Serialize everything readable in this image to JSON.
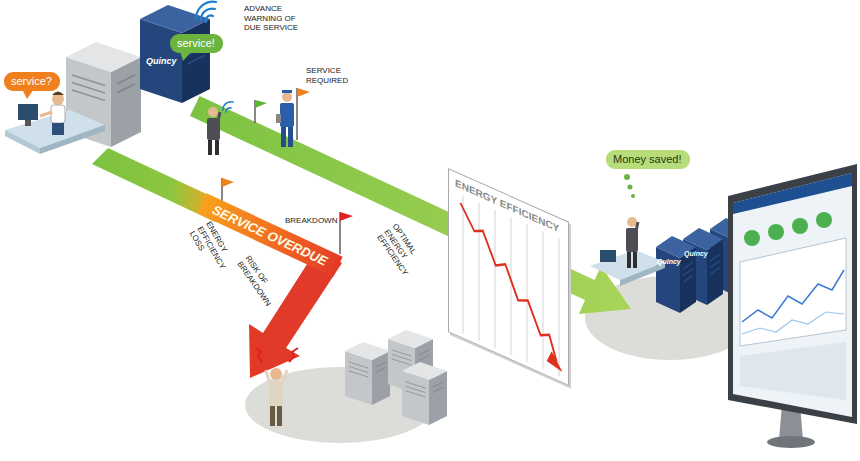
{
  "diagram": {
    "nodes": [
      {
        "text": [
          "service?"
        ]
      },
      {
        "text": [
          "service!"
        ]
      },
      {
        "text": [
          "SERVICE OVERDUE"
        ]
      },
      {
        "text": [
          "ENERGY EFFICIENCY"
        ]
      },
      {
        "text": [
          "Money saved!"
        ]
      }
    ],
    "labels": [
      "Quincy",
      "ADVANCE WARNING OF DUE SERVICE",
      "SERVICE REQUIRED",
      "ENERGY EFFICIENCY LOSS",
      "RISK OF BREAKDOWN",
      "BREAKDOWN",
      "OPTIMAL ENERGY EFFICIENCY",
      "Quincy",
      "Quincy"
    ]
  }
}
